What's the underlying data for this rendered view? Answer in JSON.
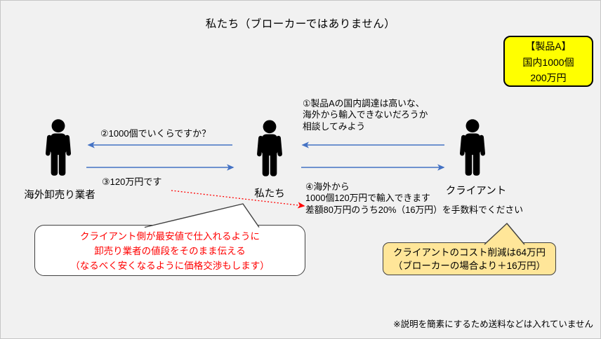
{
  "title": "私たち（ブローカーではありません）",
  "product_box": {
    "lines": [
      "【製品A】",
      "国内1000個",
      "200万円"
    ],
    "bg_color": "#FFFF00"
  },
  "actors": {
    "wholesaler": {
      "label": "海外卸売り業者"
    },
    "us": {
      "label": "私たち"
    },
    "client": {
      "label": "クライアント"
    }
  },
  "messages": {
    "m1": {
      "from": "client",
      "to": "us",
      "lines": [
        "①製品Aの国内調達は高いな、",
        "海外から輸入できないだろうか",
        "相談してみよう"
      ]
    },
    "m2": {
      "from": "us",
      "to": "wholesaler",
      "text": "②1000個でいくらですか？"
    },
    "m3": {
      "from": "wholesaler",
      "to": "us",
      "text": "③120万円です"
    },
    "m4": {
      "from": "us",
      "to": "client",
      "lines": [
        "④海外から",
        "1000個120万円で輸入できます",
        "差額80万円のうち20%（16万円）を手数料でください"
      ]
    }
  },
  "callouts": {
    "left": {
      "lines": [
        "クライアント側が最安値で仕入れるように",
        "卸売り業者の値段をそのまま伝える",
        "（なるべく安くなるように価格交渉もします）"
      ],
      "text_color": "#FF0000",
      "bg_color": "#FFFFFF"
    },
    "right": {
      "lines": [
        "クライアントのコスト削減は64万円",
        "（ブローカーの場合より＋16万円）"
      ],
      "text_color": "#000000",
      "bg_color": "#FFE699"
    }
  },
  "footnote": "※説明を簡素にするため送料などは入れていません",
  "colors": {
    "background": "#F1F1F1",
    "canvas_border": "#C6C6C6",
    "arrow_blue": "#4472C4",
    "arrow_red": "#FF0000",
    "person_black": "#000000",
    "callout_border": "#404040"
  }
}
